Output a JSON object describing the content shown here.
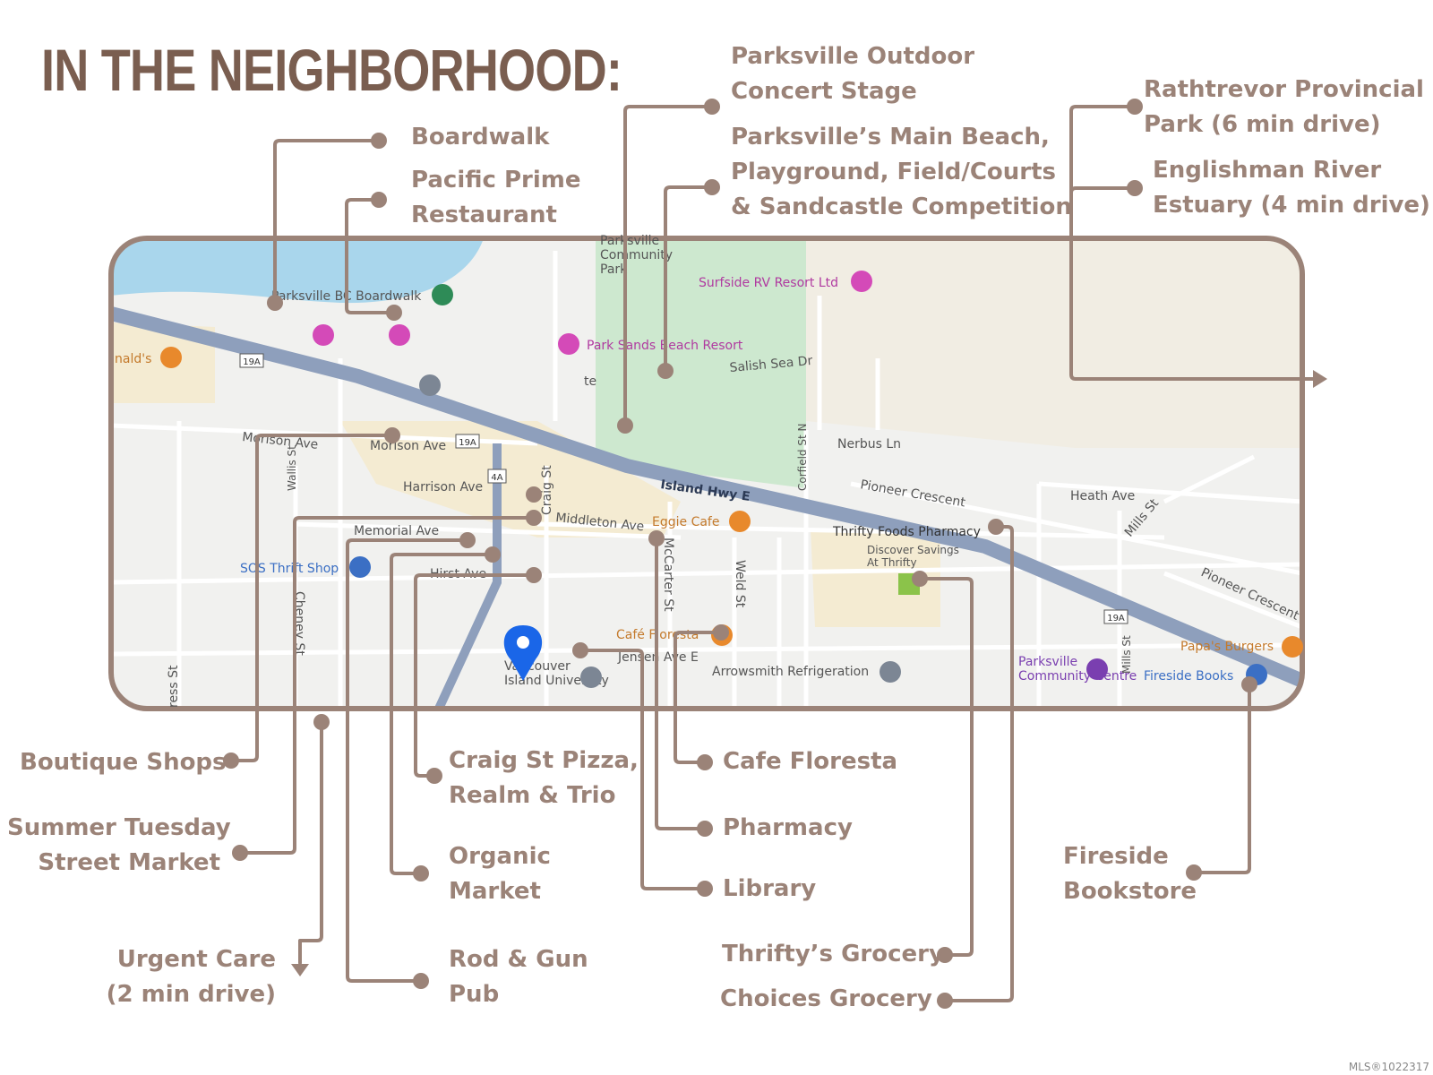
{
  "title": "IN THE NEIGHBORHOOD:",
  "watermark": "MLS®1022317",
  "colors": {
    "accent": "#9b8378",
    "title": "#7a5e50",
    "park": "#cde8cf",
    "water": "#a9d6ec",
    "road": "#8e9fbc",
    "land": "#f1f1ef",
    "commercial": "#f4ebd2"
  },
  "labels": {
    "concert": "Parksville Outdoor\nConcert Stage",
    "boardwalk": "Boardwalk",
    "pacific": "Pacific Prime\nRestaurant",
    "beach": "Parksville’s Main Beach,\nPlayground, Field/Courts\n& Sandcastle Competition",
    "rathtrevor": "Rathtrevor Provincial\nPark (6 min drive)",
    "englishman": "Englishman River\nEstuary (4 min drive)",
    "boutique": "Boutique Shops",
    "summer": "Summer Tuesday\nStreet Market",
    "urgent": "Urgent Care\n(2 min drive)",
    "craig": "Craig St Pizza,\nRealm & Trio",
    "organic": "Organic\nMarket",
    "rodgun": "Rod & Gun\nPub",
    "floresta": "Cafe Floresta",
    "pharmacy": "Pharmacy",
    "library": "Library",
    "thrifty": "Thrifty’s Grocery",
    "choices": "Choices Grocery",
    "fireside": "Fireside\nBookstore"
  },
  "map": {
    "community_park": "Parksville\nCommunity\nPark",
    "boardwalk": "Parksville BC Boardwalk",
    "surfside": "Surfside RV Resort Ltd",
    "park_sands": "Park Sands Beach Resort",
    "salish": "Salish Sea Dr",
    "mcdonalds": "nald's",
    "te": "te",
    "shield_19a": "19A",
    "shield_4a": "4A",
    "morison": "Morison Ave",
    "harrison": "Harrison Ave",
    "memorial": "Memorial Ave",
    "hirst": "Hirst Ave",
    "middleton": "Middleton Ave",
    "craig_st": "Craig St",
    "wallis": "Wallis St",
    "cheney": "Cheney St",
    "ress": "ress St",
    "island_hwy": "Island Hwy E",
    "corfield": "Corfield St N",
    "nerbus": "Nerbus Ln",
    "pioneer": "Pioneer Crescent",
    "heath": "Heath Ave",
    "mills": "Mills St",
    "pioneer2": "Pioneer Crescent",
    "eggie": "Eggie Cafe",
    "thrifty": "Thrifty Foods Pharmacy",
    "discover": "Discover Savings\nAt Thrifty",
    "sos": "SOS Thrift Shop",
    "mccarter": "McCarter St",
    "weld": "Weld St",
    "floresta": "Café Floresta",
    "jensen": "Jensen Ave E",
    "viu": "Vancouver\nIsland University",
    "arrowsmith": "Arrowsmith Refrigeration",
    "pcc": "Parksville\nCommunity Centre",
    "fireside": "Fireside Books",
    "papas": "Papa's Burgers",
    "mills2": "Mills St"
  }
}
